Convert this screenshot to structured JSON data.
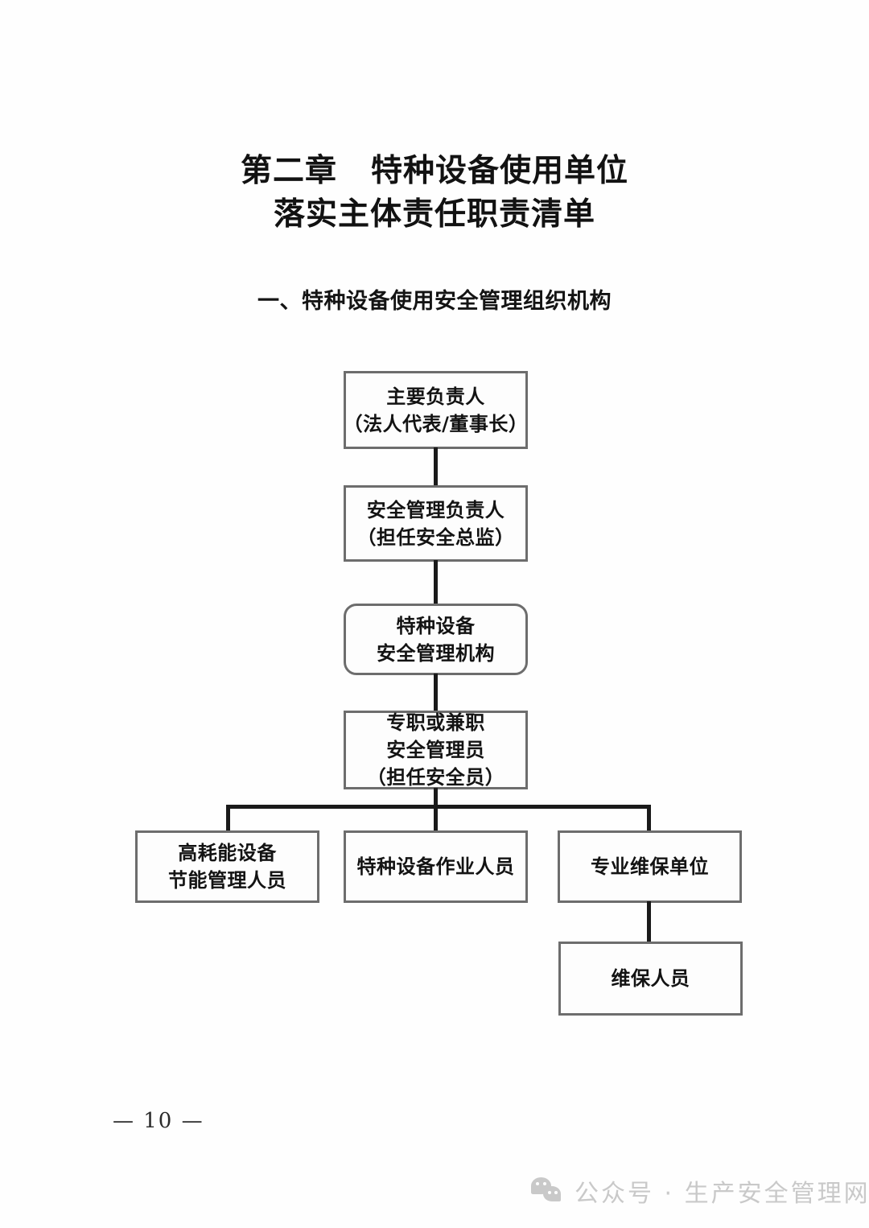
{
  "document": {
    "title_line1_prefix": "第二章",
    "title_line1_main": "特种设备使用单位",
    "title_line2": "落实主体责任职责清单",
    "section_heading": "一、特种设备使用安全管理组织机构",
    "page_number": "— 10 —"
  },
  "chart_data": {
    "type": "diagram",
    "title": "一、特种设备使用安全管理组织机构",
    "orientation": "top-down",
    "nodes": [
      {
        "id": "n1",
        "lines": [
          "主要负责人",
          "（法人代表/董事长）"
        ],
        "shape": "rect",
        "level": 1
      },
      {
        "id": "n2",
        "lines": [
          "安全管理负责人",
          "（担任安全总监）"
        ],
        "shape": "rect",
        "level": 2
      },
      {
        "id": "n3",
        "lines": [
          "特种设备",
          "安全管理机构"
        ],
        "shape": "rounded-rect",
        "level": 3
      },
      {
        "id": "n4",
        "lines": [
          "专职或兼职",
          "安全管理员",
          "（担任安全员）"
        ],
        "shape": "rect",
        "level": 4
      },
      {
        "id": "n5",
        "lines": [
          "高耗能设备",
          "节能管理人员"
        ],
        "shape": "rect",
        "level": 5
      },
      {
        "id": "n6",
        "lines": [
          "特种设备作业人员"
        ],
        "shape": "rect",
        "level": 5
      },
      {
        "id": "n7",
        "lines": [
          "专业维保单位"
        ],
        "shape": "rect",
        "level": 5
      },
      {
        "id": "n8",
        "lines": [
          "维保人员"
        ],
        "shape": "rect",
        "level": 6
      }
    ],
    "edges": [
      {
        "from": "n1",
        "to": "n2"
      },
      {
        "from": "n2",
        "to": "n3"
      },
      {
        "from": "n3",
        "to": "n4"
      },
      {
        "from": "n4",
        "to": "n5"
      },
      {
        "from": "n4",
        "to": "n6"
      },
      {
        "from": "n4",
        "to": "n7"
      },
      {
        "from": "n7",
        "to": "n8"
      }
    ],
    "colors": {
      "node_border": "#6d6d6d",
      "node_fill": "#fdfdfd",
      "connector": "#1a1a1a",
      "text": "#131313"
    }
  },
  "watermark": {
    "icon": "wechat-icon",
    "text": "公众号 · 生产安全管理网",
    "color": "#c9c9c9"
  }
}
